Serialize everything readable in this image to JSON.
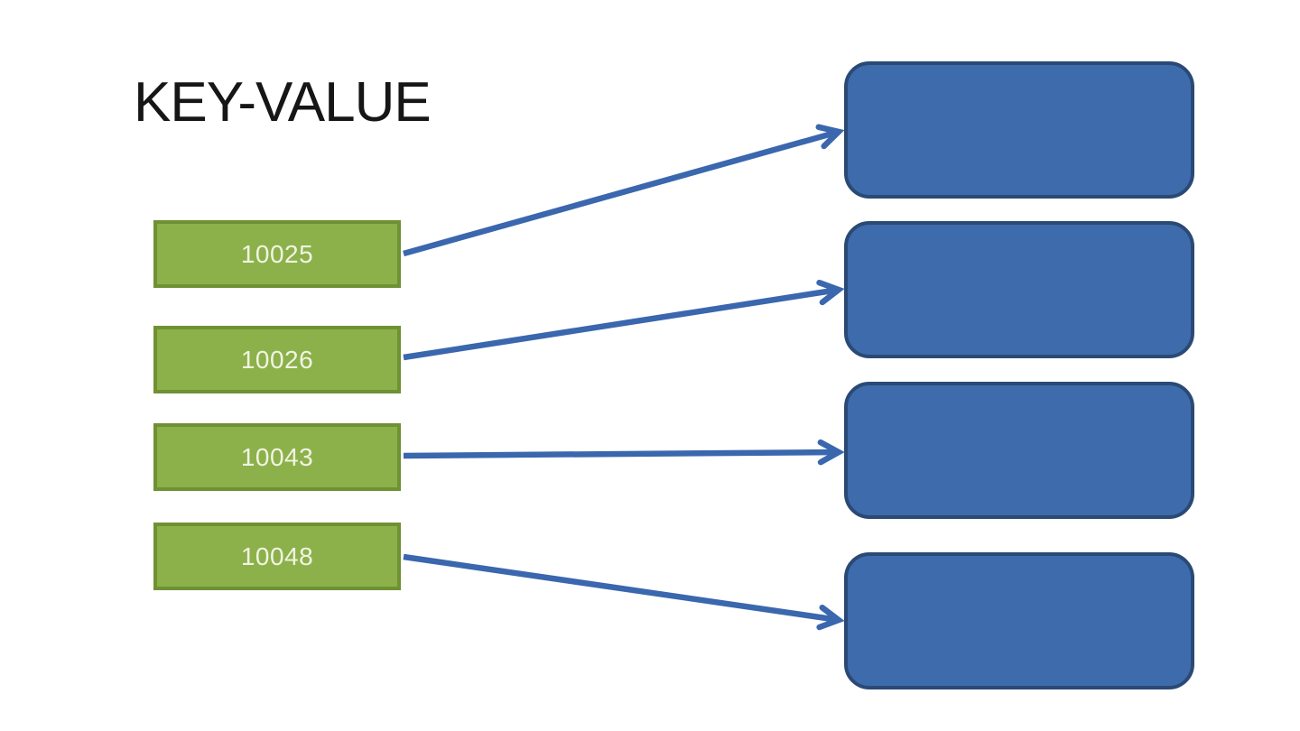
{
  "title": "KEY-VALUE",
  "diagram": {
    "keys": [
      {
        "label": "10025"
      },
      {
        "label": "10026"
      },
      {
        "label": "10043"
      },
      {
        "label": "10048"
      }
    ],
    "values": [
      {
        "label": ""
      },
      {
        "label": ""
      },
      {
        "label": ""
      },
      {
        "label": ""
      }
    ],
    "arrows": [
      {
        "from_key": "10025",
        "to_value_index": 0
      },
      {
        "from_key": "10026",
        "to_value_index": 1
      },
      {
        "from_key": "10043",
        "to_value_index": 2
      },
      {
        "from_key": "10048",
        "to_value_index": 3
      }
    ]
  },
  "colors": {
    "key_fill": "#8cb14b",
    "key_border": "#6f9133",
    "key_text": "#f1f4e2",
    "value_fill": "#3e6bac",
    "value_border": "#2a4a75",
    "arrow_color": "#3a67ae",
    "title_text": "#161616",
    "background": "#ffffff"
  }
}
